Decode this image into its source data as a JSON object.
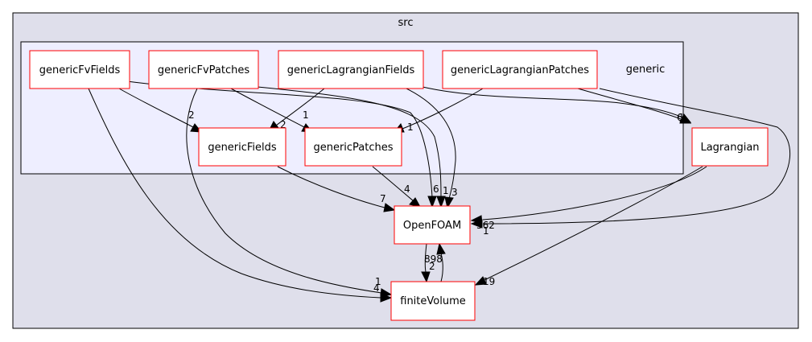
{
  "clusters": {
    "outer_label": "src",
    "inner_label": "generic"
  },
  "nodes": {
    "genericFvFields": "genericFvFields",
    "genericFvPatches": "genericFvPatches",
    "genericLagrangianFields": "genericLagrangianFields",
    "genericLagrangianPatches": "genericLagrangianPatches",
    "genericFields": "genericFields",
    "genericPatches": "genericPatches",
    "Lagrangian": "Lagrangian",
    "OpenFOAM": "OpenFOAM",
    "finiteVolume": "finiteVolume"
  },
  "edges": {
    "fvfields_to_fields": "2",
    "fvpatches_to_patches": "1",
    "lagfields_to_fields": "2",
    "lagpatches_to_patches": "1",
    "fields_to_openfoam": "7",
    "patches_to_openfoam": "4",
    "fvfields_to_openfoam": "6",
    "fvpatches_to_openfoam": "1",
    "lagfields_to_openfoam": "3",
    "lagfields_to_lagrangian": "6",
    "lagpatches_to_lagrangian": "1",
    "lagpatches_to_openfoam_a": "562",
    "lagpatches_to_openfoam_b": "1",
    "lagrangian_to_finitevolume": "19",
    "fvfields_to_finitevolume": "4",
    "fvpatches_to_finitevolume": "1",
    "openfoam_to_finitevolume": "898",
    "finitevolume_to_openfoam": "2"
  },
  "colors": {
    "outer_fill": "#dfdfeb",
    "inner_fill": "#eeeeff",
    "node_border": "#ff0000",
    "edge": "#000000"
  }
}
